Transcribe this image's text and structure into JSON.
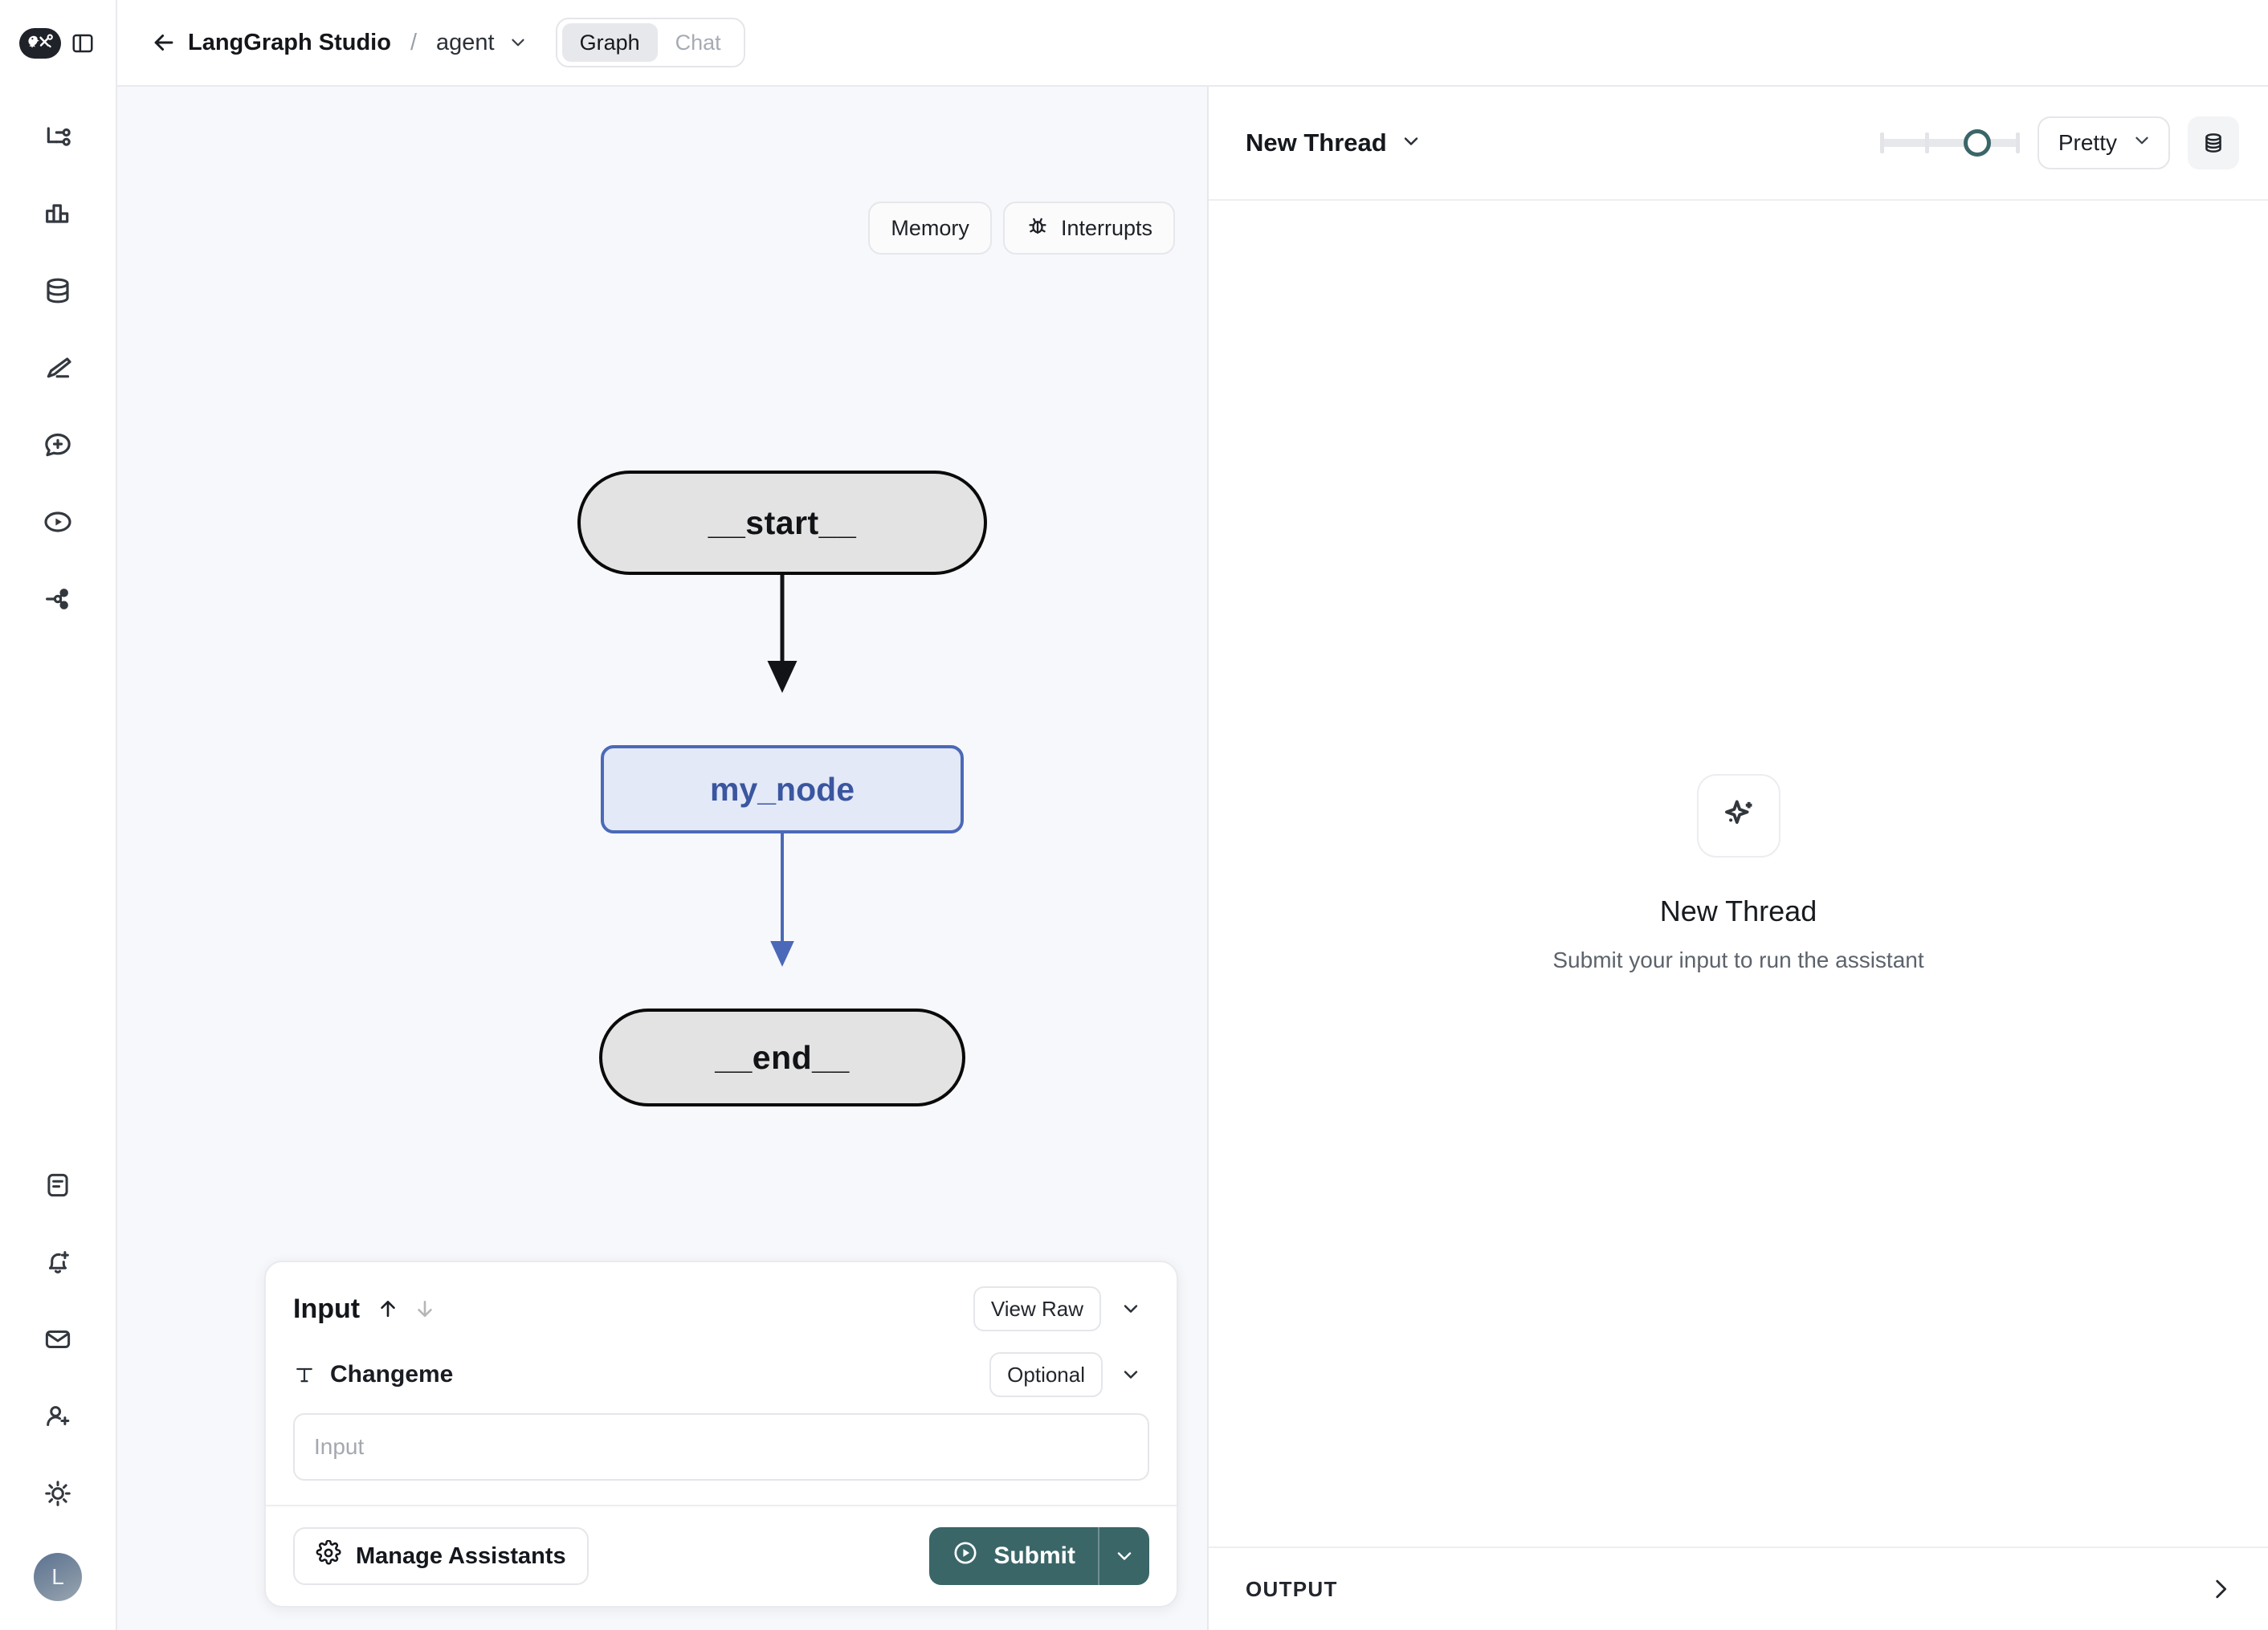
{
  "app": {
    "logo_icon": "langchain-parrot-tools-logo",
    "panel_toggle_icon": "sidebar-panel-toggle-icon"
  },
  "topbar": {
    "back_icon": "arrow-left-icon",
    "title": "LangGraph Studio",
    "separator": "/",
    "assistant": "agent",
    "assistant_chevron_icon": "chevron-down-icon",
    "tabs": [
      {
        "label": "Graph",
        "active": true
      },
      {
        "label": "Chat",
        "active": false
      }
    ]
  },
  "rail": {
    "items": [
      {
        "name": "graph-flow",
        "icon": "git-branch-icon"
      },
      {
        "name": "analytics",
        "icon": "bar-chart-icon"
      },
      {
        "name": "datasets",
        "icon": "database-icon"
      },
      {
        "name": "annotate",
        "icon": "pencil-icon"
      },
      {
        "name": "prompts",
        "icon": "message-plus-icon"
      },
      {
        "name": "playground",
        "icon": "play-circle-icon"
      },
      {
        "name": "deployments",
        "icon": "share-network-icon"
      }
    ],
    "bottom_items": [
      {
        "name": "docs",
        "icon": "document-text-icon"
      },
      {
        "name": "alerts",
        "icon": "bell-plus-icon"
      },
      {
        "name": "inbox",
        "icon": "mail-icon"
      },
      {
        "name": "invite",
        "icon": "user-plus-icon"
      },
      {
        "name": "theme",
        "icon": "sun-icon"
      }
    ],
    "avatar_initial": "L"
  },
  "graph": {
    "tools": [
      {
        "label": "Memory",
        "icon": null
      },
      {
        "label": "Interrupts",
        "icon": "bug-icon"
      }
    ],
    "nodes": [
      {
        "id": "start",
        "label": "__start__",
        "style": "terminal"
      },
      {
        "id": "my_node",
        "label": "my_node",
        "style": "active"
      },
      {
        "id": "end",
        "label": "__end__",
        "style": "terminal"
      }
    ],
    "edges": [
      {
        "from": "start",
        "to": "my_node",
        "color": "#111316"
      },
      {
        "from": "my_node",
        "to": "end",
        "color": "#4b69b8"
      }
    ],
    "colors": {
      "canvas_bg": "#f7f8fb",
      "terminal_fill": "#e3e3e3",
      "terminal_stroke": "#0a0a0a",
      "active_fill": "#e4e9f7",
      "active_stroke": "#4b69b8",
      "active_text": "#3a56a0"
    }
  },
  "input_panel": {
    "title": "Input",
    "arrow_up_icon": "arrow-up-icon",
    "arrow_down_icon": "arrow-down-icon",
    "view_raw_label": "View Raw",
    "collapse_icon": "chevron-down-icon",
    "field": {
      "type_icon": "text-type-icon",
      "label": "Changeme",
      "badge": "Optional",
      "badge_chevron_icon": "chevron-down-icon",
      "value": "",
      "placeholder": "Input"
    },
    "manage_assistants_label": "Manage Assistants",
    "manage_assistants_icon": "gear-icon",
    "submit_label": "Submit",
    "submit_icon": "play-circle-icon",
    "submit_chevron_icon": "chevron-down-icon",
    "submit_color": "#3a6668"
  },
  "right_panel": {
    "thread_label": "New Thread",
    "thread_chevron_icon": "chevron-down-icon",
    "slider": {
      "ticks": 4,
      "value_index": 3,
      "accent": "#3a6668"
    },
    "format_label": "Pretty",
    "format_chevron_icon": "chevron-down-icon",
    "state_icon": "database-icon",
    "empty_state": {
      "icon": "sparkles-icon",
      "title": "New Thread",
      "subtitle": "Submit your input to run the assistant"
    },
    "footer_label": "OUTPUT",
    "footer_chevron_icon": "chevron-right-icon"
  }
}
